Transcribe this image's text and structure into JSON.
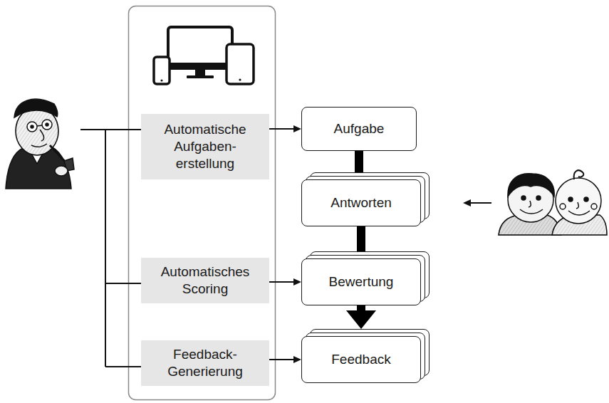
{
  "diagram": {
    "nodes": [
      {
        "text": [
          "Automatische Aufgaben- erstellung"
        ]
      },
      {
        "text": [
          "Automatisches Scoring"
        ]
      },
      {
        "text": [
          "Feedback- Generierung"
        ]
      },
      {
        "text": [
          "Aufgabe"
        ]
      },
      {
        "text": [
          "Antworten"
        ]
      },
      {
        "text": [
          "Bewertung"
        ]
      },
      {
        "text": [
          "Feedback"
        ]
      }
    ],
    "edges": [
      {
        "from": 0,
        "to": 3,
        "arrow": "to"
      },
      {
        "from": 1,
        "to": 5,
        "arrow": "to"
      },
      {
        "from": 2,
        "to": 6,
        "arrow": "to"
      },
      {
        "from": 3,
        "to": 4,
        "arrow": "none"
      },
      {
        "from": 4,
        "to": 5,
        "arrow": "none"
      },
      {
        "from": 5,
        "to": 6,
        "arrow": "to"
      }
    ]
  }
}
